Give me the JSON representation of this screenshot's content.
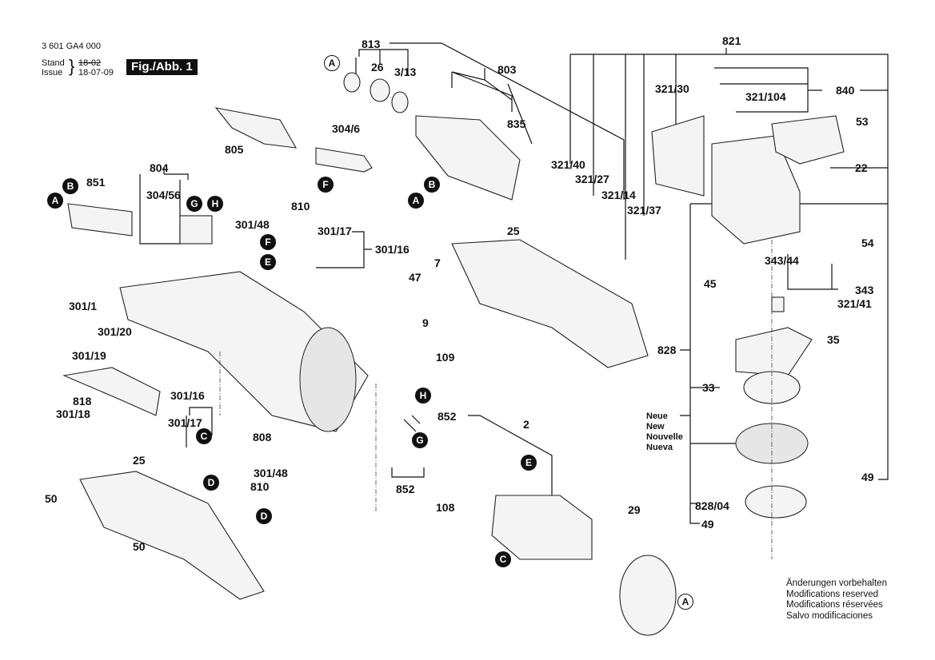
{
  "header": {
    "part_number": "3 601 GA4 000",
    "stand_label": "Stand",
    "issue_label": "Issue",
    "old_date": "18-02",
    "date": "18-07-09",
    "figure_label": "Fig./Abb. 1"
  },
  "footer": {
    "lines": [
      "Änderungen vorbehalten",
      "Modifications reserved",
      "Modifications réservées",
      "Salvo modificaciones"
    ]
  },
  "new_labels": [
    "Neue",
    "New",
    "Nouvelle",
    "Nueva"
  ],
  "labels": {
    "l813": "813",
    "l26": "26",
    "l3_13": "3/13",
    "l803": "803",
    "l835": "835",
    "l821": "821",
    "l321_30": "321/30",
    "l840": "840",
    "l321_104": "321/104",
    "l53": "53",
    "l22": "22",
    "l805": "805",
    "l304_6": "304/6",
    "l804": "804",
    "l851": "851",
    "l304_56": "304/56",
    "l810a": "810",
    "l301_48a": "301/48",
    "l301_17a": "301/17",
    "l301_16a": "301/16",
    "l321_40": "321/40",
    "l321_27": "321/27",
    "l321_14": "321/14",
    "l321_37": "321/37",
    "l25a": "25",
    "l7": "7",
    "l47": "47",
    "l9": "9",
    "l109": "109",
    "l343_44": "343/44",
    "l54": "54",
    "l45": "45",
    "l343": "343",
    "l321_41": "321/41",
    "l301_1": "301/1",
    "l301_20": "301/20",
    "l301_19": "301/19",
    "l818": "818",
    "l301_18": "301/18",
    "l828": "828",
    "l35": "35",
    "l33": "33",
    "l301_16b": "301/16",
    "l301_17b": "301/17",
    "l808": "808",
    "l301_48b": "301/48",
    "l810b": "810",
    "l852a": "852",
    "l2": "2",
    "l852b": "852",
    "l108": "108",
    "l25b": "25",
    "l50a": "50",
    "l50b": "50",
    "l29": "29",
    "l49a": "49",
    "l828_04": "828/04",
    "l49b": "49"
  },
  "callouts": {
    "A": "A",
    "B": "B",
    "C": "C",
    "D": "D",
    "E": "E",
    "F": "F",
    "G": "G",
    "H": "H"
  }
}
